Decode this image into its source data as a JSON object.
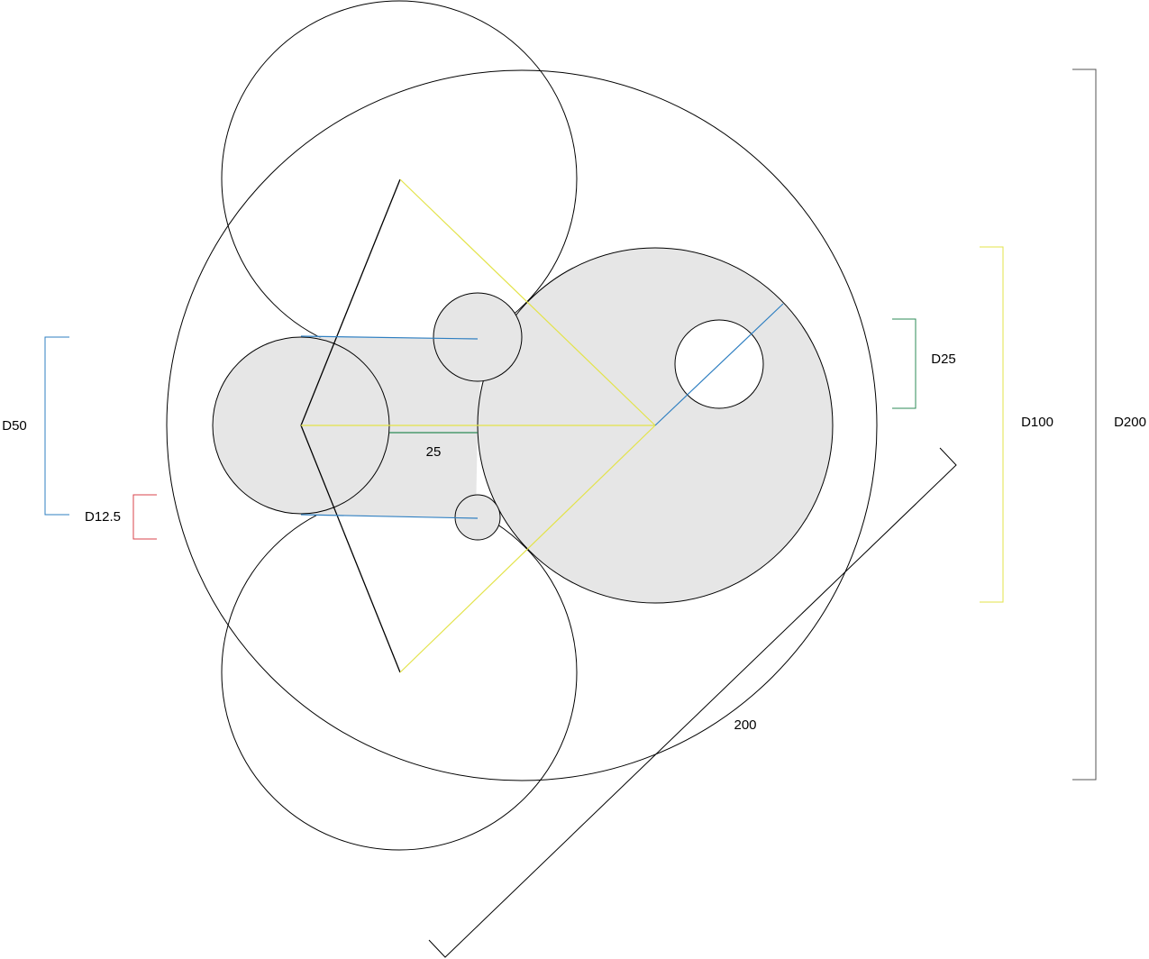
{
  "drawing": {
    "colors": {
      "outline": "#000000",
      "fill": "#e6e6e6",
      "blue": "#2f7fc1",
      "yellow": "#e3e34a",
      "green": "#2e8b57",
      "red": "#d9434b",
      "gray_dim": "#555555"
    },
    "labels": {
      "d50": "D50",
      "d12_5": "D12.5",
      "d25": "D25",
      "d100": "D100",
      "d200": "D200",
      "gap": "25",
      "length": "200"
    }
  }
}
